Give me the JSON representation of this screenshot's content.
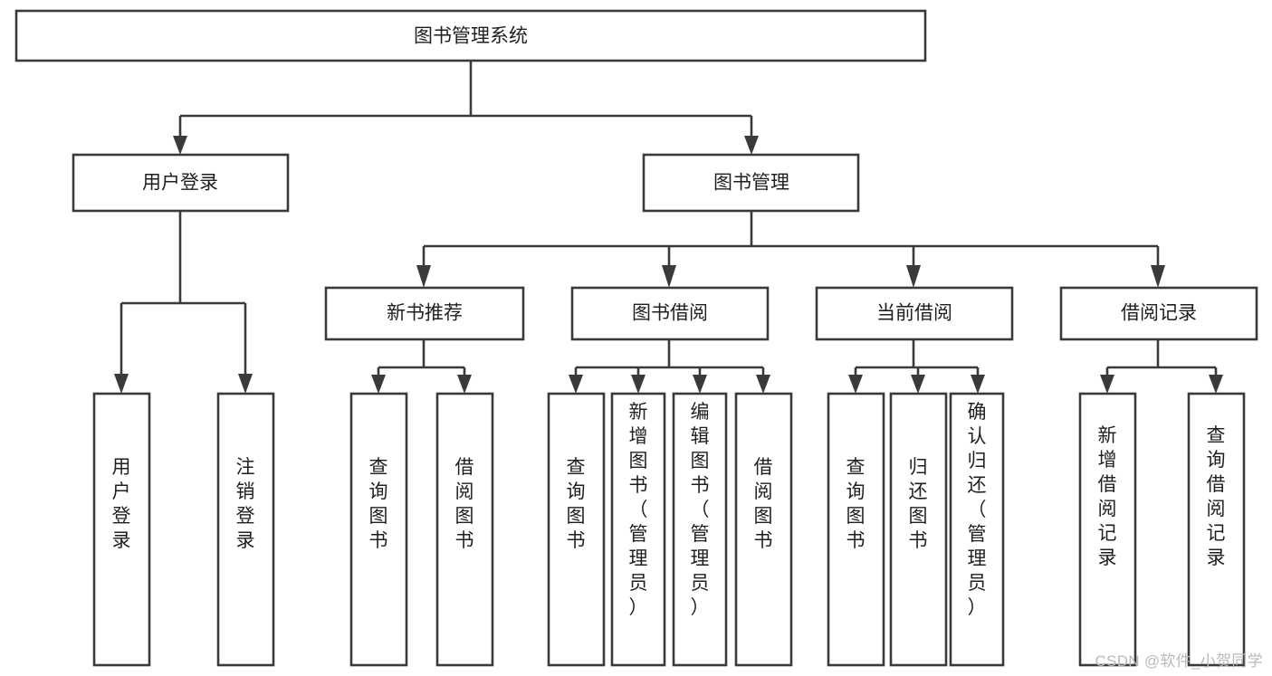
{
  "diagram": {
    "type": "tree-hierarchy",
    "title": "图书管理系统",
    "watermark": "CSDN @软件_小贺同学",
    "colors": {
      "box_stroke": "#3a3a3a",
      "box_fill": "#ffffff",
      "text": "#1f1f1f",
      "background": "#ffffff",
      "watermark": "#b9b9b9"
    },
    "root": {
      "label": "图书管理系统"
    },
    "level2": [
      {
        "label": "用户登录"
      },
      {
        "label": "图书管理"
      }
    ],
    "level3": [
      {
        "label": "新书推荐"
      },
      {
        "label": "图书借阅"
      },
      {
        "label": "当前借阅"
      },
      {
        "label": "借阅记录"
      }
    ],
    "leaves": {
      "user_login": [
        {
          "label": "用户登录"
        },
        {
          "label": "注销登录"
        }
      ],
      "new_book_recommend": [
        {
          "label": "查询图书"
        },
        {
          "label": "借阅图书"
        }
      ],
      "book_borrow": [
        {
          "label": "查询图书"
        },
        {
          "label": "新增图书（管理员）"
        },
        {
          "label": "编辑图书（管理员）"
        },
        {
          "label": "借阅图书"
        }
      ],
      "current_borrow": [
        {
          "label": "查询图书"
        },
        {
          "label": "归还图书"
        },
        {
          "label": "确认归还（管理员）"
        }
      ],
      "borrow_record": [
        {
          "label": "新增借阅记录"
        },
        {
          "label": "查询借阅记录"
        }
      ]
    }
  }
}
